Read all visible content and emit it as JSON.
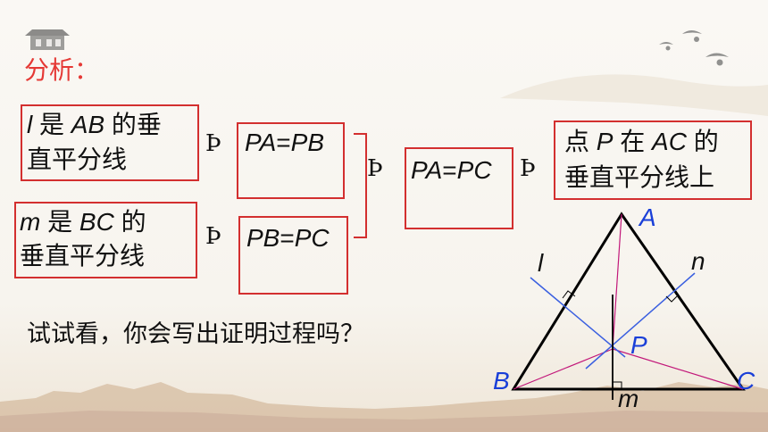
{
  "title": "分析：",
  "box1": {
    "var": "l",
    "text1": " 是 ",
    "seg": "AB",
    "text2": " 的垂",
    "line2": "直平分线"
  },
  "box2": {
    "var": "m",
    "text1": " 是 ",
    "seg": "BC",
    "text2": " 的",
    "line2": "垂直平分线"
  },
  "eq1": {
    "a": "PA",
    "op": "=",
    "b": "PB"
  },
  "eq2": {
    "a": "PB",
    "op": "=",
    "b": "PC"
  },
  "eq3": {
    "a": "PA",
    "op": "=",
    "b": "PC"
  },
  "conclusion": {
    "pre": "点 ",
    "pt": "P",
    "mid": " 在 ",
    "seg": "AC",
    "post": " 的",
    "line2": "垂直平分线上"
  },
  "arrow_symbol": "Þ",
  "question": "试试看，你会写出证明过程吗？",
  "figure": {
    "A": "A",
    "B": "B",
    "C": "C",
    "P": "P",
    "l": "l",
    "m": "m",
    "n": "n"
  },
  "colors": {
    "accent": "#d32f2f",
    "title": "#e53935",
    "point_label": "#1a3fd8",
    "bisector": "#3a5fe0",
    "connector": "#c2187a"
  }
}
